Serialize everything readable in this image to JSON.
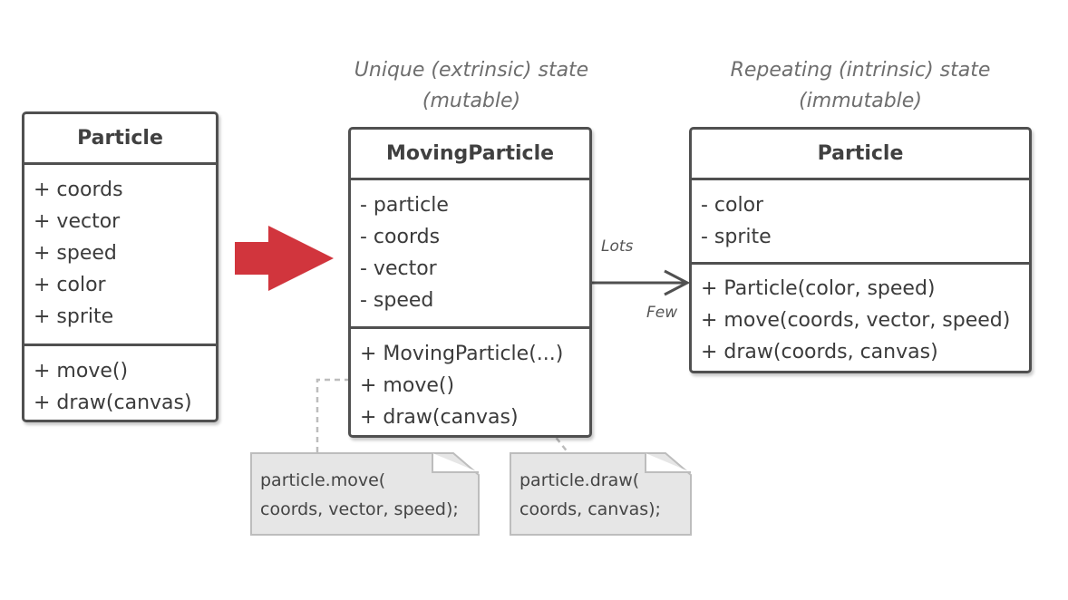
{
  "left_class": {
    "name": "Particle",
    "fields": [
      "+ coords",
      "+ vector",
      "+ speed",
      "+ color",
      "+ sprite"
    ],
    "methods": [
      "+ move()",
      "+ draw(canvas)"
    ]
  },
  "middle_class": {
    "caption_line1": "Unique (extrinsic) state",
    "caption_line2": "(mutable)",
    "name": "MovingParticle",
    "fields": [
      "- particle",
      "- coords",
      "- vector",
      "- speed"
    ],
    "methods": [
      "+ MovingParticle(...)",
      "+ move()",
      "+ draw(canvas)"
    ]
  },
  "right_class": {
    "caption_line1": "Repeating (intrinsic) state",
    "caption_line2": "(immutable)",
    "name": "Particle",
    "fields": [
      "- color",
      "- sprite"
    ],
    "methods": [
      "+ Particle(color, speed)",
      "+ move(coords, vector, speed)",
      "+ draw(coords, canvas)"
    ]
  },
  "association": {
    "label_top": "Lots",
    "label_bottom": "Few"
  },
  "notes": {
    "move_note": [
      "particle.move(",
      "coords, vector, speed);"
    ],
    "draw_note": [
      "particle.draw(",
      "coords, canvas);"
    ]
  },
  "colors": {
    "arrow": "#d1353d",
    "border": "#505050",
    "note_fill": "#e6e6e6",
    "note_border": "#bdbdbd"
  }
}
